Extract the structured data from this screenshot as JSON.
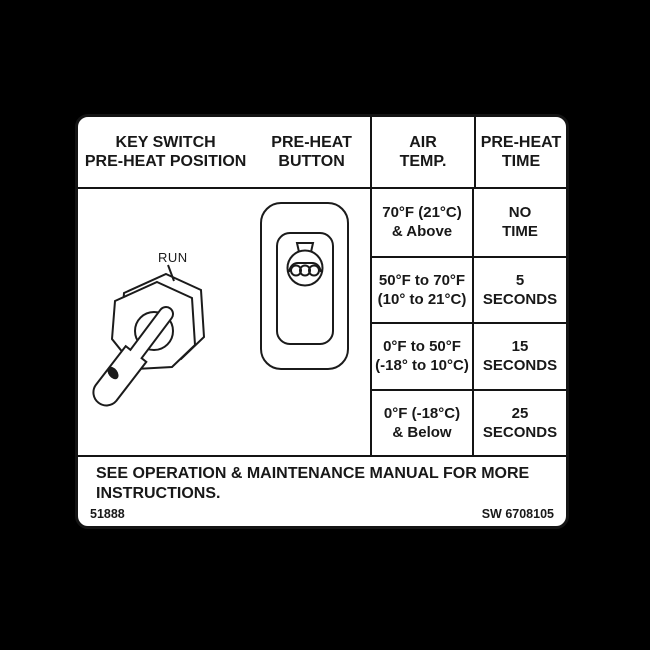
{
  "colors": {
    "page_background": "#000000",
    "label_background": "#ffffff",
    "ink": "#1b1b1b"
  },
  "label": {
    "header": {
      "key_switch": "KEY SWITCH\nPRE-HEAT POSITION",
      "preheat_button": "PRE-HEAT\nBUTTON",
      "air_temp": "AIR\nTEMP.",
      "preheat_time": "PRE-HEAT\nTIME"
    },
    "diagram": {
      "run_label": "RUN",
      "icons": {
        "key_switch": "key-switch-illustration",
        "preheat_button": "glow-plug-button-illustration"
      }
    },
    "table": {
      "rows": [
        {
          "temp": "70°F (21°C)\n& Above",
          "time": "NO\nTIME"
        },
        {
          "temp": "50°F to 70°F\n(10° to 21°C)",
          "time": "5\nSECONDS"
        },
        {
          "temp": "0°F to 50°F\n(-18° to 10°C)",
          "time": "15\nSECONDS"
        },
        {
          "temp": "0°F (-18°C)\n& Below",
          "time": "25\nSECONDS"
        }
      ]
    },
    "footer": {
      "notice": "SEE OPERATION & MAINTENANCE MANUAL FOR MORE\nINSTRUCTIONS.",
      "part_number_left": "51888",
      "part_number_right": "SW 6708105"
    }
  }
}
